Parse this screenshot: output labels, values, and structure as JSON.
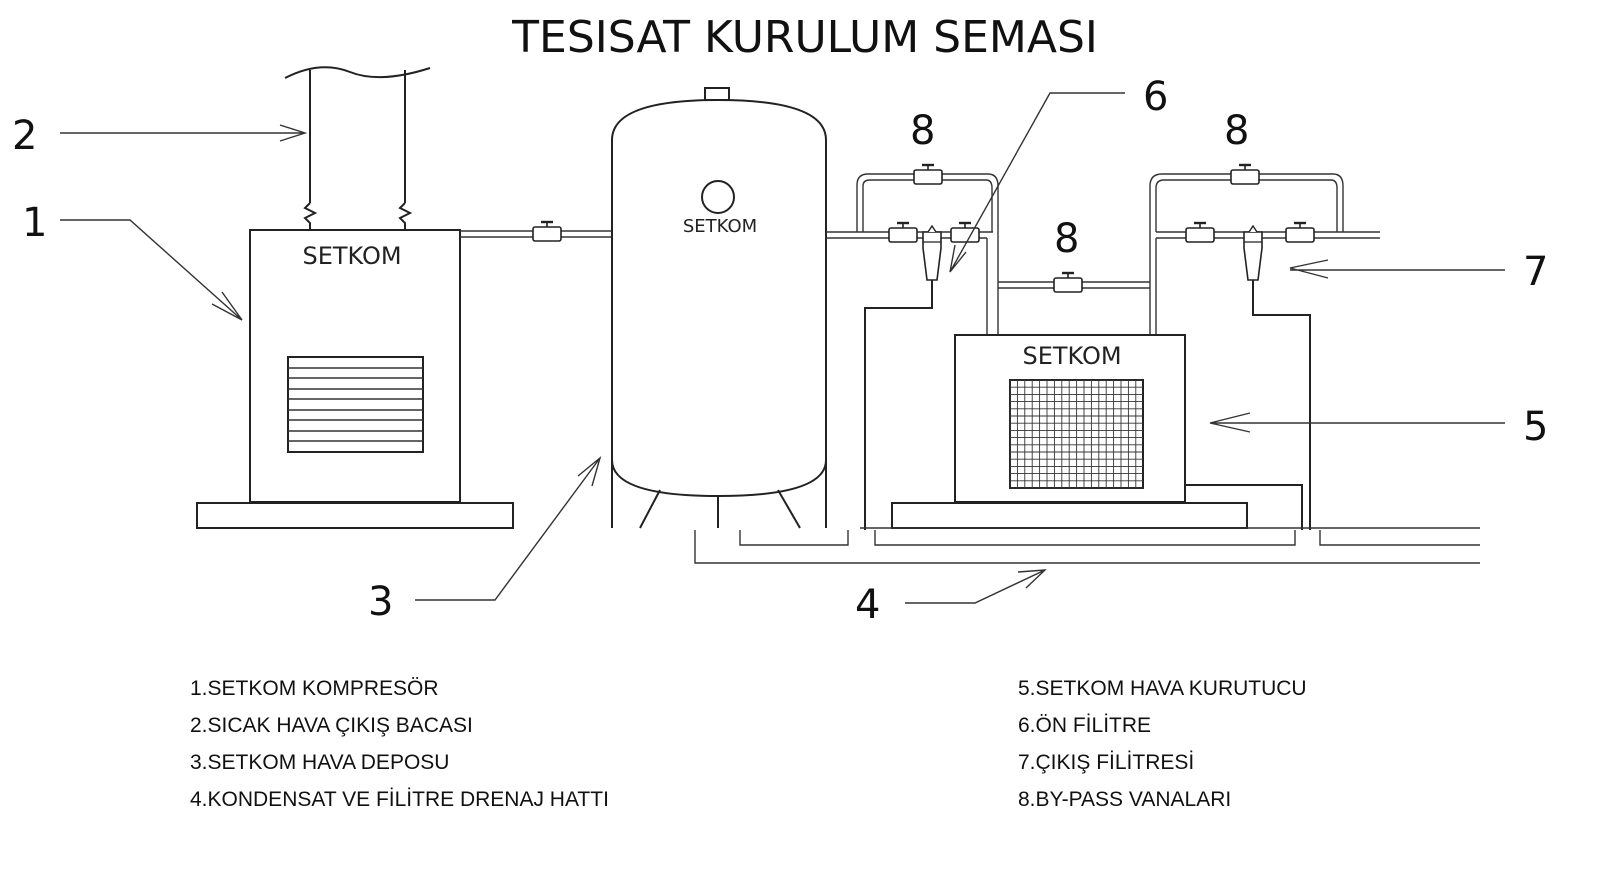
{
  "title": "TESISAT KURULUM SEMASI",
  "brand": "SETKOM",
  "callouts": [
    "1",
    "2",
    "3",
    "4",
    "5",
    "6",
    "7",
    "8"
  ],
  "legend": {
    "left": [
      "1.SETKOM KOMPRESÖR",
      "2.SICAK HAVA ÇIKIŞ BACASI",
      "3.SETKOM HAVA DEPOSU",
      "4.KONDENSAT VE FİLİTRE DRENAJ HATTI"
    ],
    "right": [
      "5.SETKOM HAVA KURUTUCU",
      "6.ÖN FİLİTRE",
      "7.ÇIKIŞ FİLİTRESİ",
      "8.BY-PASS VANALARI"
    ]
  }
}
